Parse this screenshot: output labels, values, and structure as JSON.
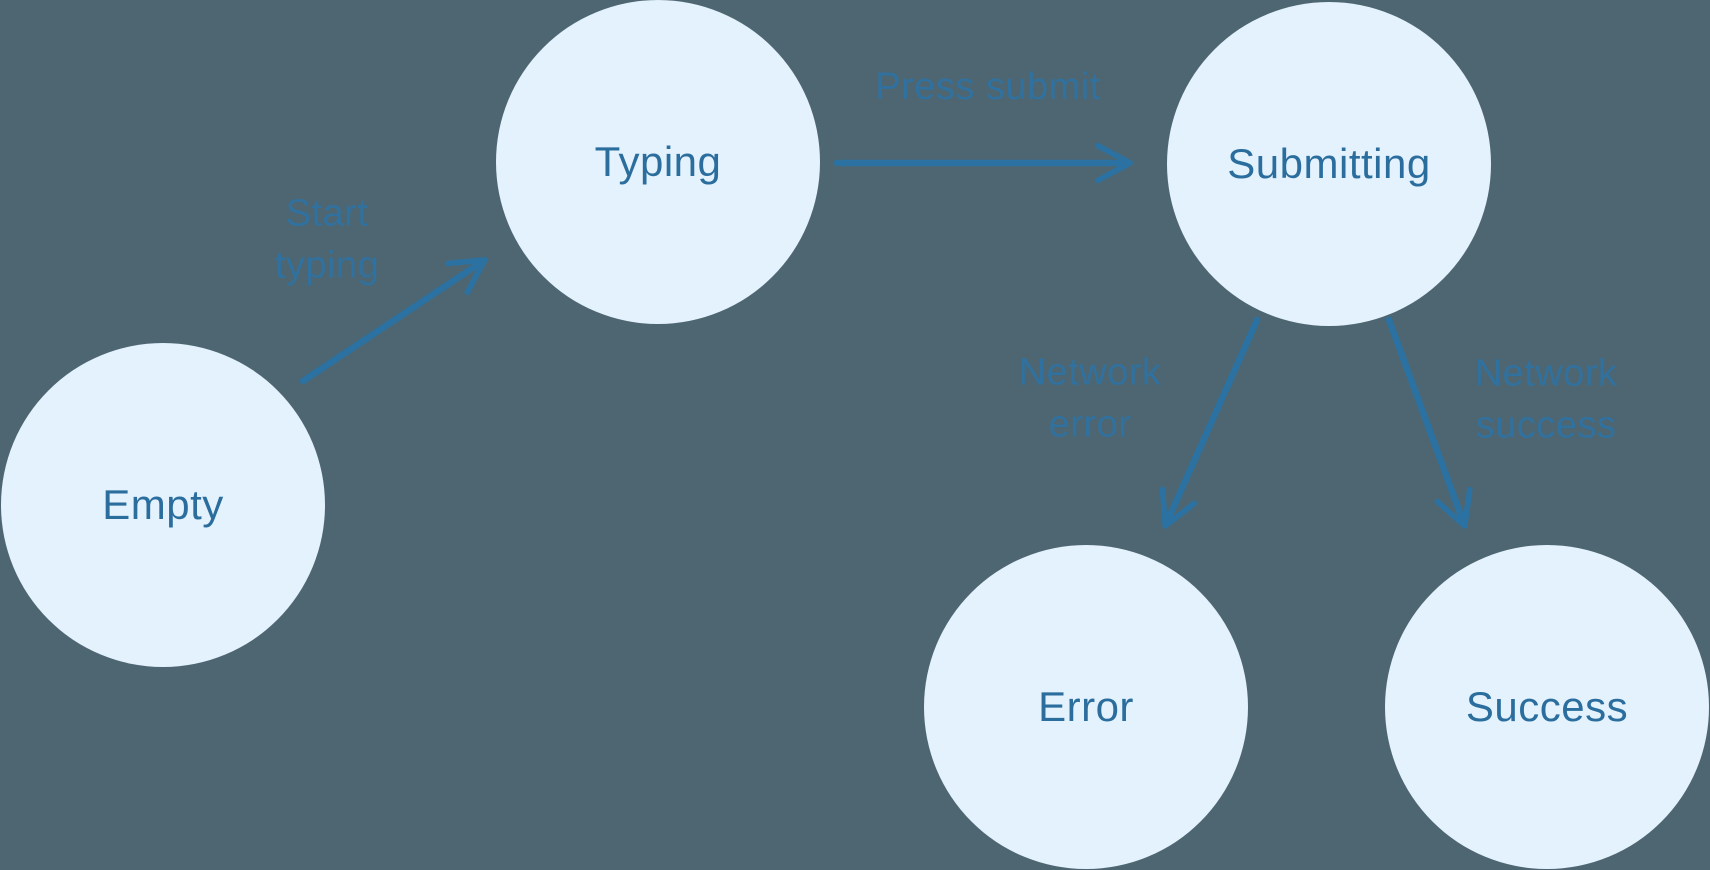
{
  "diagram": {
    "title": "form-submission-state-machine",
    "colors": {
      "background": "#4d6671",
      "node_fill": "#e3f2fd",
      "node_text": "#2b6e9e",
      "edge_text": "#30719f",
      "arrow": "#2b72a2"
    },
    "nodes": [
      {
        "id": "empty",
        "label": "Empty"
      },
      {
        "id": "typing",
        "label": "Typing"
      },
      {
        "id": "submitting",
        "label": "Submitting"
      },
      {
        "id": "error",
        "label": "Error"
      },
      {
        "id": "success",
        "label": "Success"
      }
    ],
    "edges": [
      {
        "from": "empty",
        "to": "typing",
        "label": "Start typing"
      },
      {
        "from": "typing",
        "to": "submitting",
        "label": "Press submit"
      },
      {
        "from": "submitting",
        "to": "error",
        "label": "Network error"
      },
      {
        "from": "submitting",
        "to": "success",
        "label": "Network success"
      }
    ]
  }
}
